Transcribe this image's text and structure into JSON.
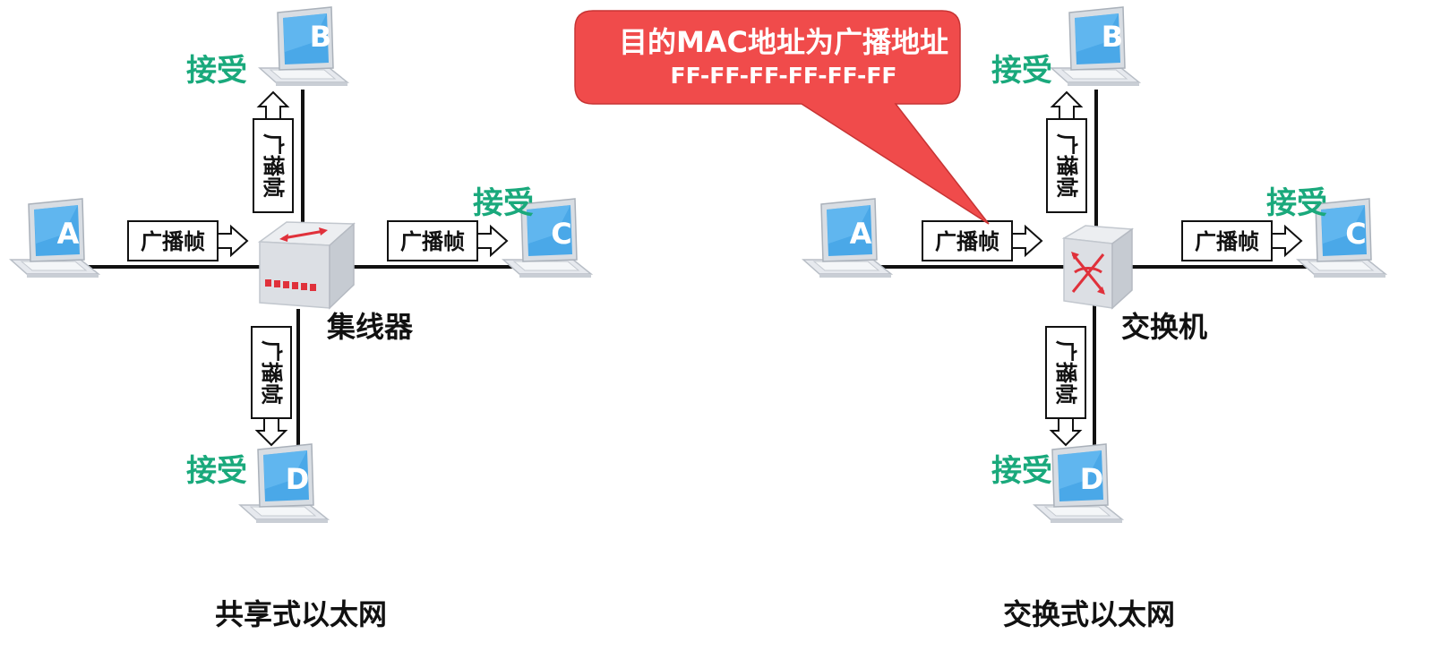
{
  "callout": {
    "title": "目的MAC地址为广播地址",
    "mac": "FF-FF-FF-FF-FF-FF"
  },
  "colors": {
    "accept": "#1aa97c",
    "callout_fill": "#f04b4b",
    "laptop_screen": "#4aa8e8",
    "link": "#111111"
  },
  "left_network": {
    "caption": "共享式以太网",
    "device_label": "集线器",
    "hosts": [
      "A",
      "B",
      "C",
      "D"
    ],
    "frame_label": "广播帧",
    "accept_label": "接受"
  },
  "right_network": {
    "caption": "交换式以太网",
    "device_label": "交换机",
    "hosts": [
      "A",
      "B",
      "C",
      "D"
    ],
    "frame_label": "广播帧",
    "accept_label": "接受"
  }
}
